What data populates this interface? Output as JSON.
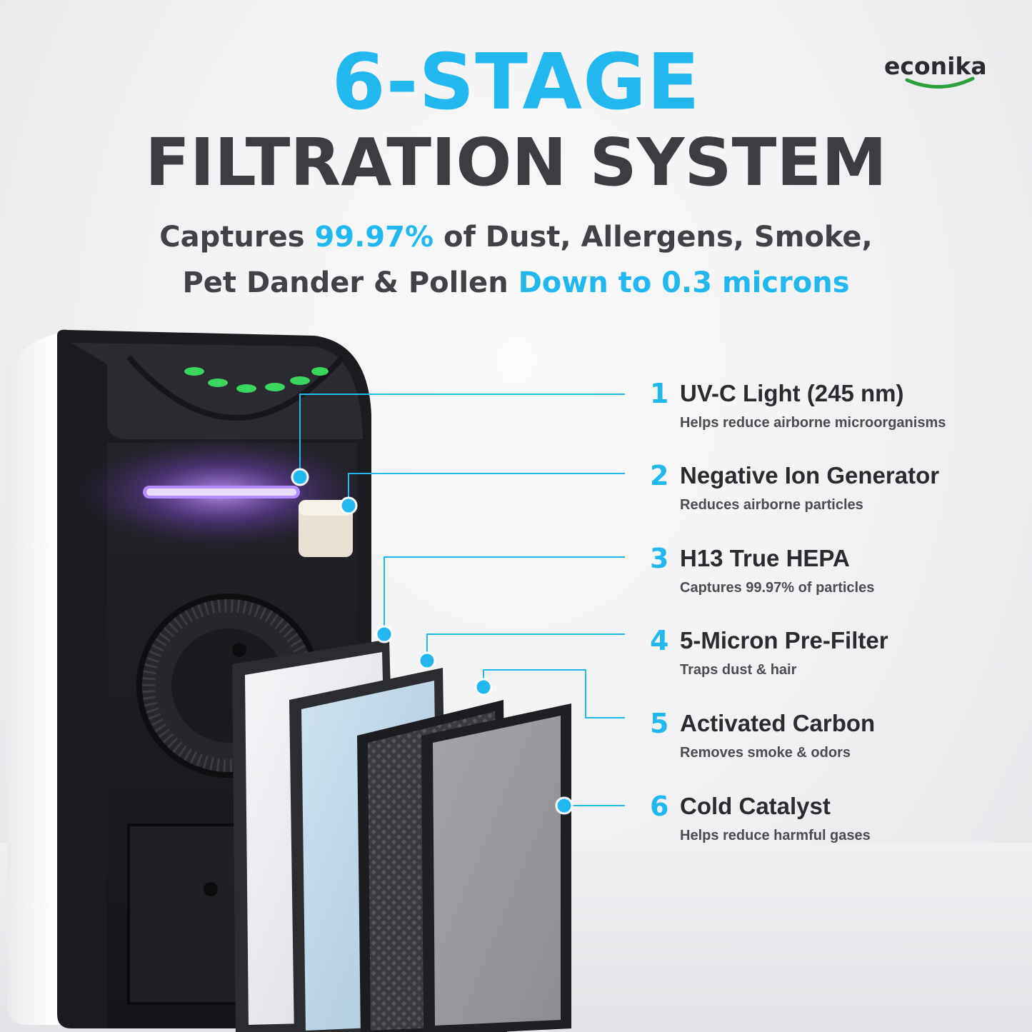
{
  "title": {
    "line1": "6-STAGE",
    "line2": "FILTRATION SYSTEM"
  },
  "subtitle": {
    "line1_pre": "Captures ",
    "line1_highlight": "99.97%",
    "line1_post": " of Dust, Allergens, Smoke,",
    "line2_pre": "Pet Dander & Pollen ",
    "line2_highlight": "Down to 0.3 microns"
  },
  "brand": {
    "name": "econika"
  },
  "colors": {
    "accent": "#22b8ee",
    "heading": "#3c3d42",
    "logo_swoosh": "#2e9e3f"
  },
  "stages": [
    {
      "num": "1",
      "title": "UV-C Light (245 nm)",
      "desc": "Helps reduce airborne microorganisms"
    },
    {
      "num": "2",
      "title": "Negative Ion Generator",
      "desc": "Reduces airborne particles"
    },
    {
      "num": "3",
      "title": "H13 True HEPA",
      "desc": "Captures 99.97% of particles"
    },
    {
      "num": "4",
      "title": "5-Micron Pre-Filter",
      "desc": "Traps dust & hair"
    },
    {
      "num": "5",
      "title": "Activated Carbon",
      "desc": "Removes smoke & odors"
    },
    {
      "num": "6",
      "title": "Cold Catalyst",
      "desc": "Helps reduce harmful gases"
    }
  ]
}
